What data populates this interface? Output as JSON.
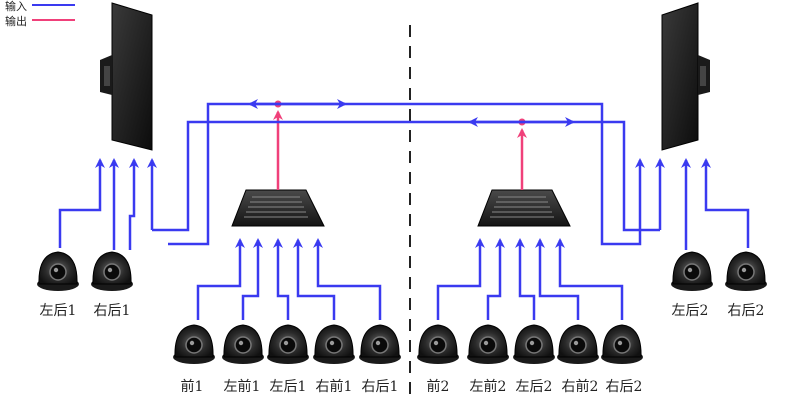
{
  "legend": {
    "input_label": "输入",
    "output_label": "输出",
    "input_color": "#3a3af0",
    "output_color": "#f0407a"
  },
  "left_group": {
    "rear_cameras": [
      "左后1",
      "右后1"
    ],
    "front_cameras": [
      "前1",
      "左前1",
      "左后1",
      "右前1",
      "右后1"
    ]
  },
  "right_group": {
    "rear_cameras": [
      "左后2",
      "右后2"
    ],
    "front_cameras": [
      "前2",
      "左前2",
      "左后2",
      "右前2",
      "右后2"
    ]
  },
  "icons": {
    "monitor": "monitor-icon",
    "recorder": "video-recorder-icon",
    "camera": "dome-camera-icon"
  }
}
